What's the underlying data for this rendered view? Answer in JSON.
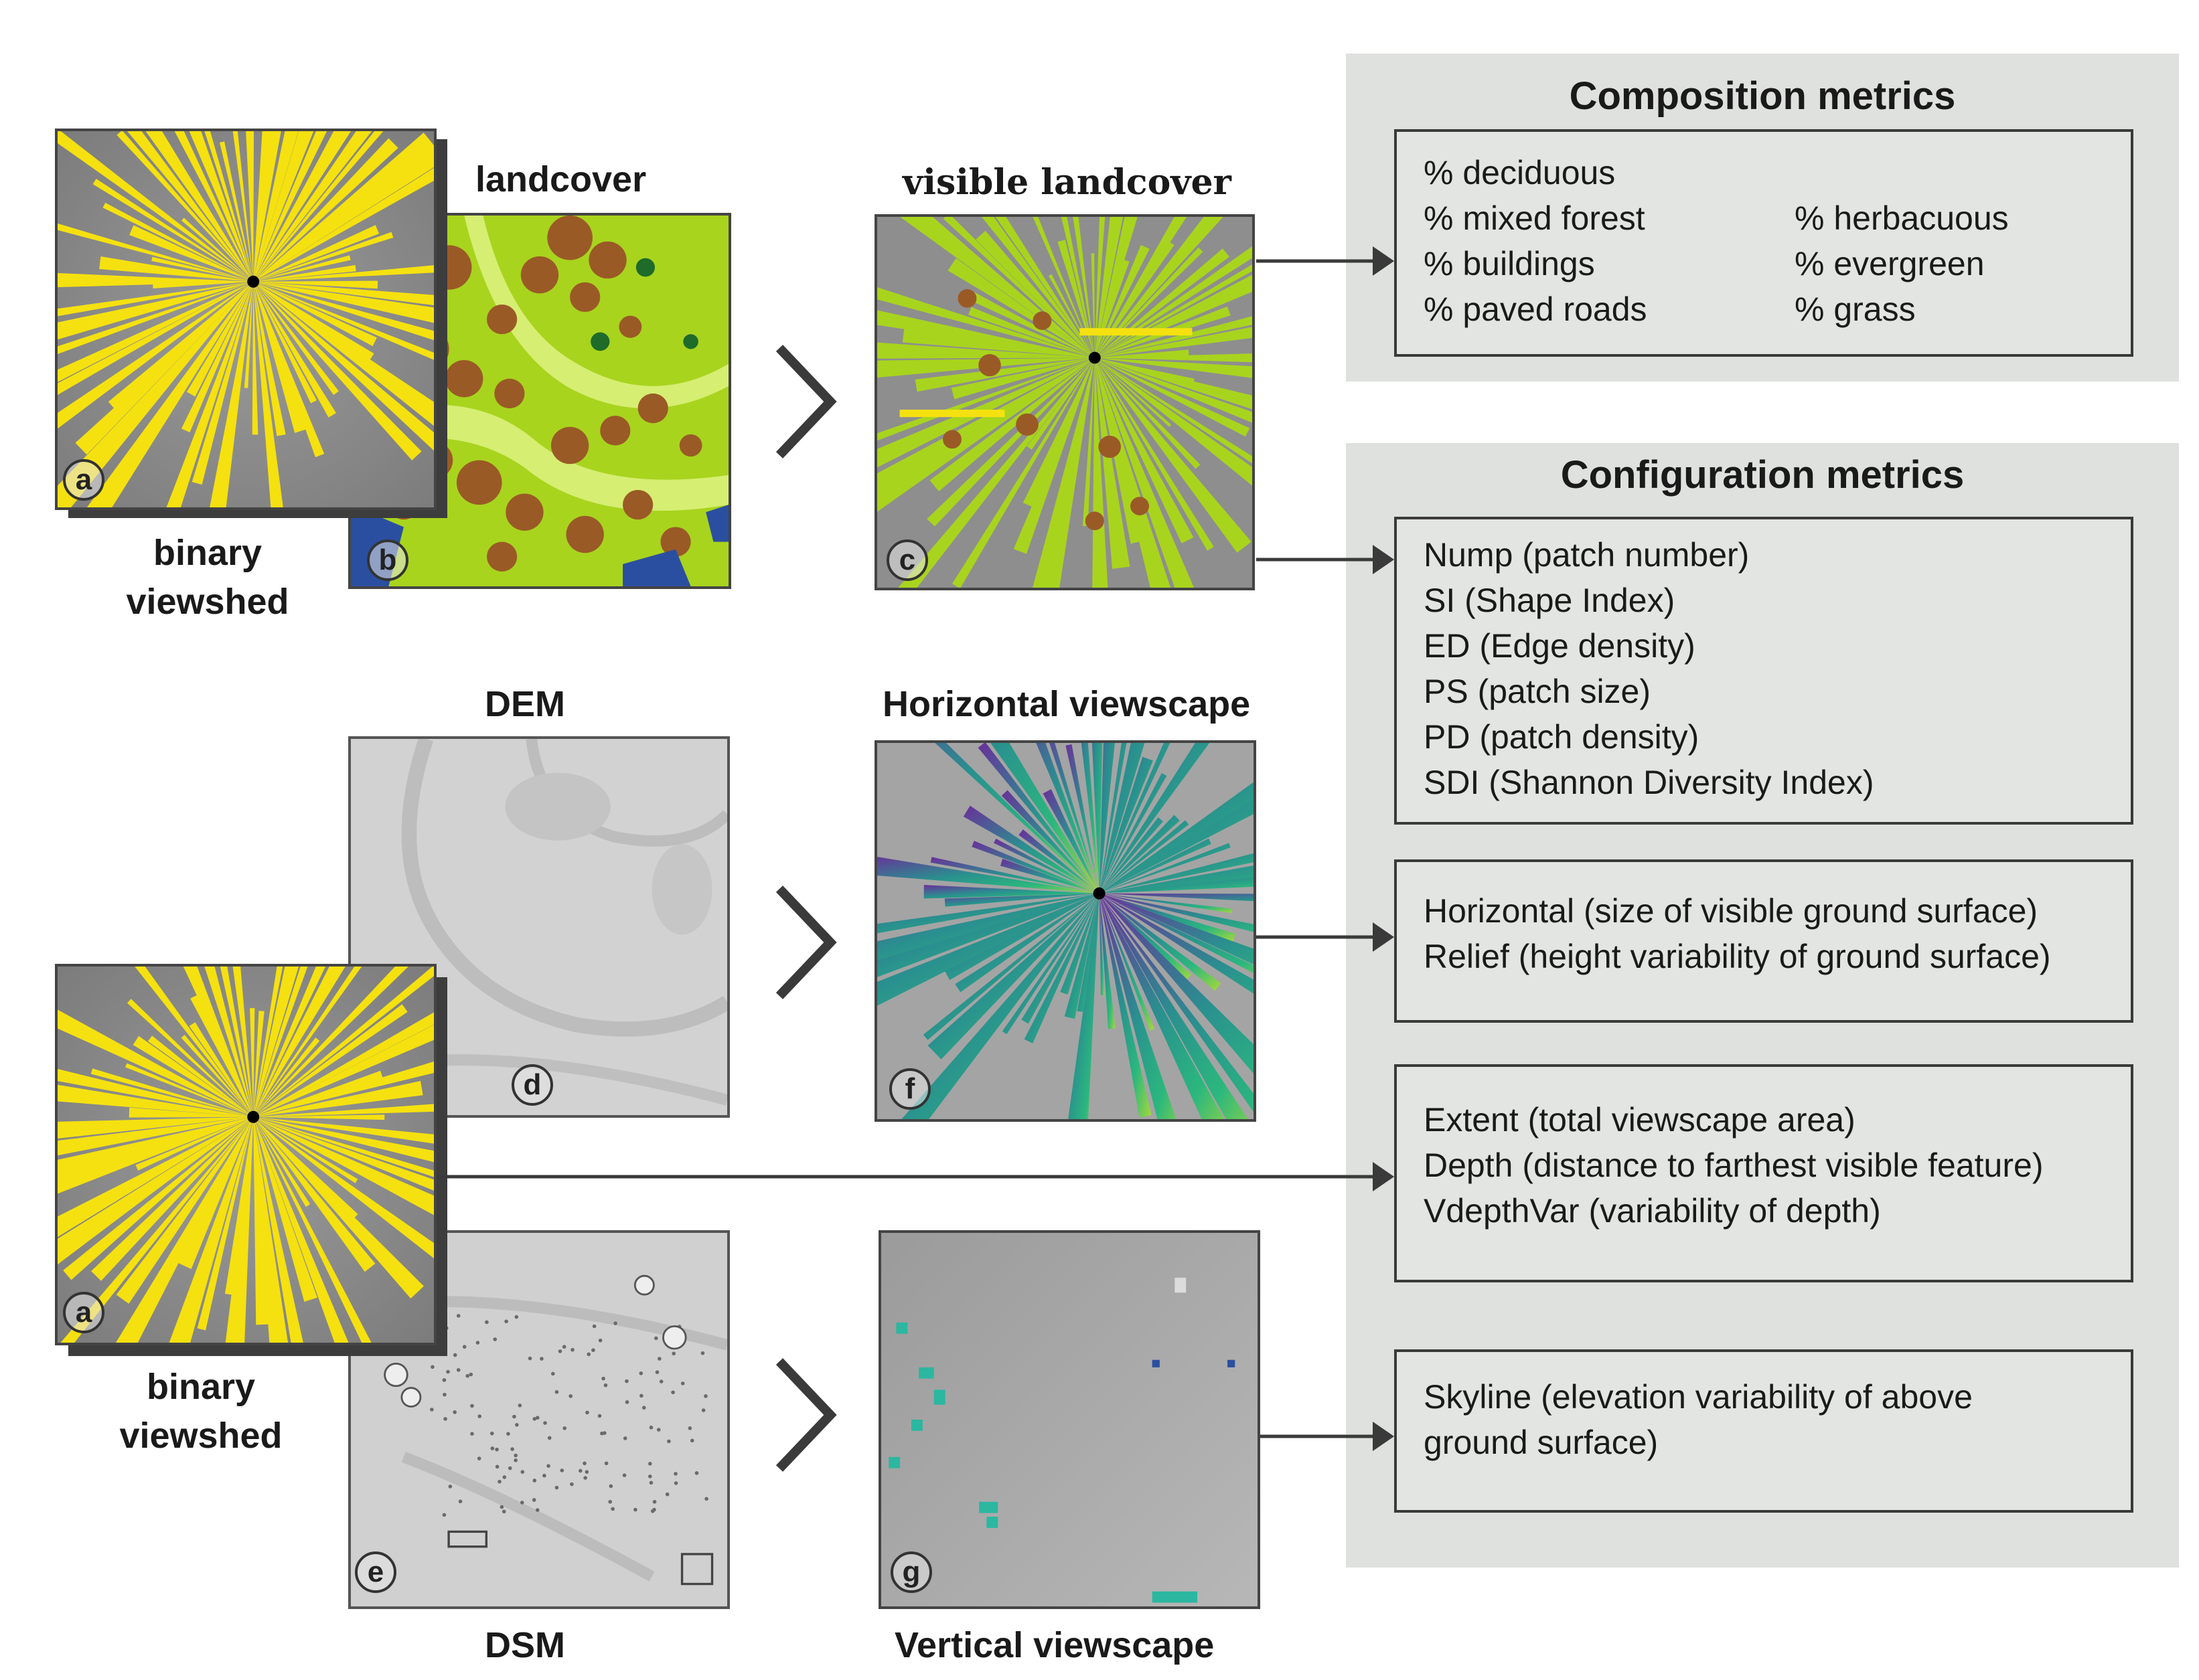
{
  "composition": {
    "title": "Composition metrics",
    "col1": [
      "% deciduous",
      "% mixed forest",
      "% buildings",
      "% paved roads"
    ],
    "col2": [
      "% herbacuous",
      "% evergreen",
      "% grass"
    ]
  },
  "configuration": {
    "title": "Configuration metrics",
    "box1": [
      "Nump (patch number)",
      "SI (Shape Index)",
      "ED (Edge density)",
      "PS (patch size)",
      "PD (patch density)",
      "SDI (Shannon Diversity Index)"
    ],
    "box2": [
      "Horizontal (size of visible ground surface)",
      "Relief (height variability of ground surface)"
    ],
    "box3": [
      "Extent (total viewscape area)",
      "Depth (distance to farthest visible feature)",
      "VdepthVar (variability of depth)"
    ],
    "box4": [
      "Skyline (elevation variability of above",
      "ground surface)"
    ]
  },
  "labels": {
    "landcover": "landcover",
    "visible_landcover": "visible landcover",
    "binary_viewshed_top": [
      "binary",
      "viewshed"
    ],
    "binary_viewshed_bottom": [
      "binary",
      "viewshed"
    ],
    "dem": "DEM",
    "horizontal_viewscape": "Horizontal viewscape",
    "dsm": "DSM",
    "vertical_viewscape": "Vertical viewscape"
  },
  "badges": {
    "a_top": "a",
    "b": "b",
    "c": "c",
    "d": "d",
    "a_bottom": "a",
    "e": "e",
    "f": "f",
    "g": "g"
  },
  "colors": {
    "panel_background": "#dfe1de",
    "viewshed_yellow": "#f5e10f",
    "landcover_green": "#a8d41e",
    "deciduous_brown": "#9a5a26",
    "evergreen_darkgreen": "#1e6b2a",
    "buildings_blue": "#2b4fa0",
    "hillshade_gray": "#cfcfcf"
  }
}
